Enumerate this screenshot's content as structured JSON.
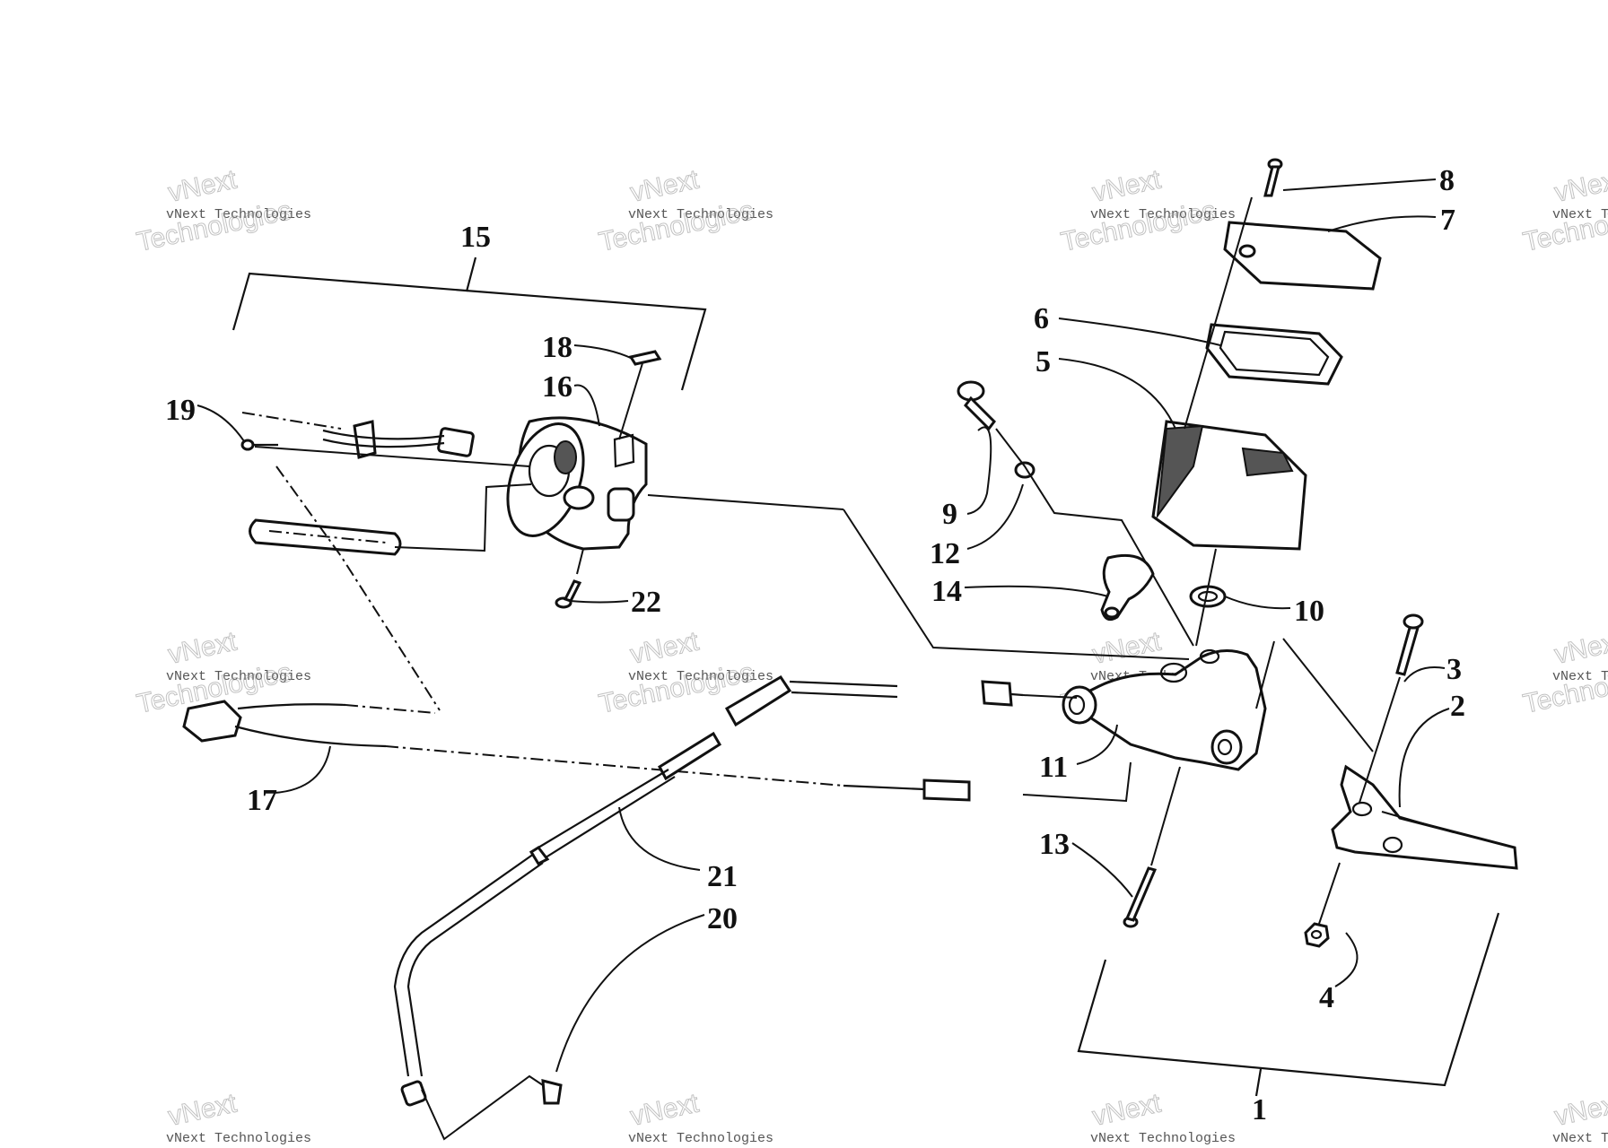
{
  "watermark": {
    "line1": "vNext",
    "line2": "vNext Technologies",
    "line3": "Technologies"
  },
  "callouts": [
    {
      "id": "1",
      "label": "1"
    },
    {
      "id": "2",
      "label": "2"
    },
    {
      "id": "3",
      "label": "3"
    },
    {
      "id": "4",
      "label": "4"
    },
    {
      "id": "5",
      "label": "5"
    },
    {
      "id": "6",
      "label": "6"
    },
    {
      "id": "7",
      "label": "7"
    },
    {
      "id": "8",
      "label": "8"
    },
    {
      "id": "9",
      "label": "9"
    },
    {
      "id": "10",
      "label": "10"
    },
    {
      "id": "11",
      "label": "11"
    },
    {
      "id": "12",
      "label": "12"
    },
    {
      "id": "13",
      "label": "13"
    },
    {
      "id": "14",
      "label": "14"
    },
    {
      "id": "15",
      "label": "15"
    },
    {
      "id": "16",
      "label": "16"
    },
    {
      "id": "17",
      "label": "17"
    },
    {
      "id": "18",
      "label": "18"
    },
    {
      "id": "19",
      "label": "19"
    },
    {
      "id": "20",
      "label": "20"
    },
    {
      "id": "21",
      "label": "21"
    },
    {
      "id": "22",
      "label": "22"
    }
  ]
}
